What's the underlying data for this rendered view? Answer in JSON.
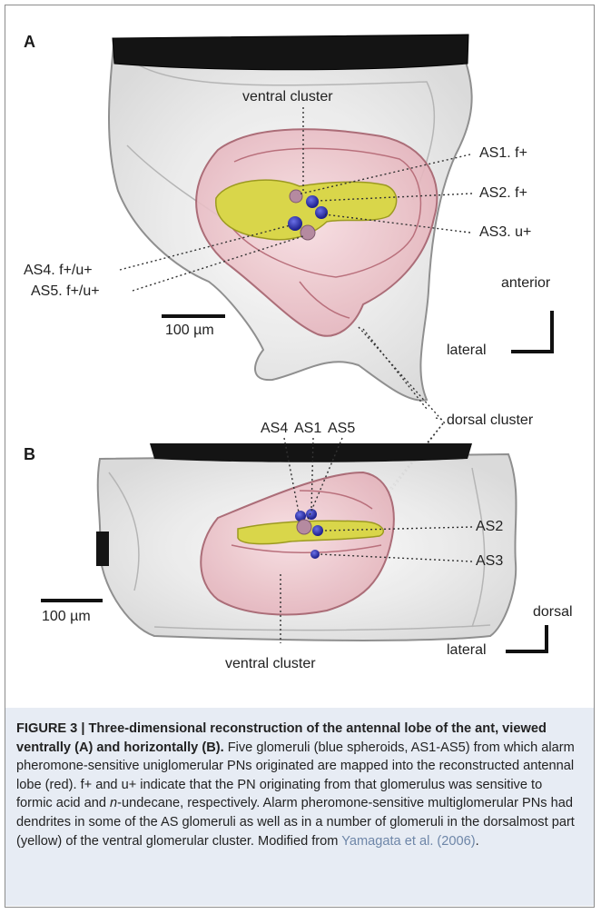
{
  "panel_a": {
    "letter": "A",
    "labels": {
      "ventral_cluster": "ventral cluster",
      "as1": "AS1. f+",
      "as2": "AS2. f+",
      "as3": "AS3. u+",
      "as4": "AS4. f+/u+",
      "as5": "AS5. f+/u+",
      "scale": "100 µm",
      "orient_vertical": "anterior",
      "orient_horizontal": "lateral"
    }
  },
  "shared": {
    "dorsal_cluster": "dorsal cluster"
  },
  "panel_b": {
    "letter": "B",
    "labels": {
      "as4": "AS4",
      "as1": "AS1",
      "as5": "AS5",
      "as2": "AS2",
      "as3": "AS3",
      "scale": "100 µm",
      "orient_vertical": "dorsal",
      "orient_horizontal": "lateral",
      "ventral_cluster": "ventral cluster"
    }
  },
  "caption": {
    "title": "FIGURE 3 | Three-dimensional reconstruction of the antennal lobe of the ant, viewed ventrally (A) and horizontally (B).",
    "text_1": " Five glomeruli (blue spheroids, AS1-AS5) from which alarm pheromone-sensitive uniglomerular PNs originated are mapped into the reconstructed antennal lobe (red). f+ and u+ indicate that the PN originating from that glomerulus was sensitive to formic acid and ",
    "italic_n": "n",
    "text_2": "-undecane, respectively. Alarm pheromone-sensitive multiglomerular PNs had dendrites in some of the AS glomeruli as well as in a number of glomeruli in the dorsalmost part (yellow) of the ventral glomerular cluster. Modified from ",
    "reference": "Yamagata et al. (2006)",
    "text_3": "."
  },
  "colors": {
    "lobe_pink": "#efc9cf",
    "lobe_outline": "#a5606c",
    "yellow_cluster": "#d9d64a",
    "glomerulus_blue": "#2a2da8",
    "caption_band": "#e7ecf4"
  }
}
